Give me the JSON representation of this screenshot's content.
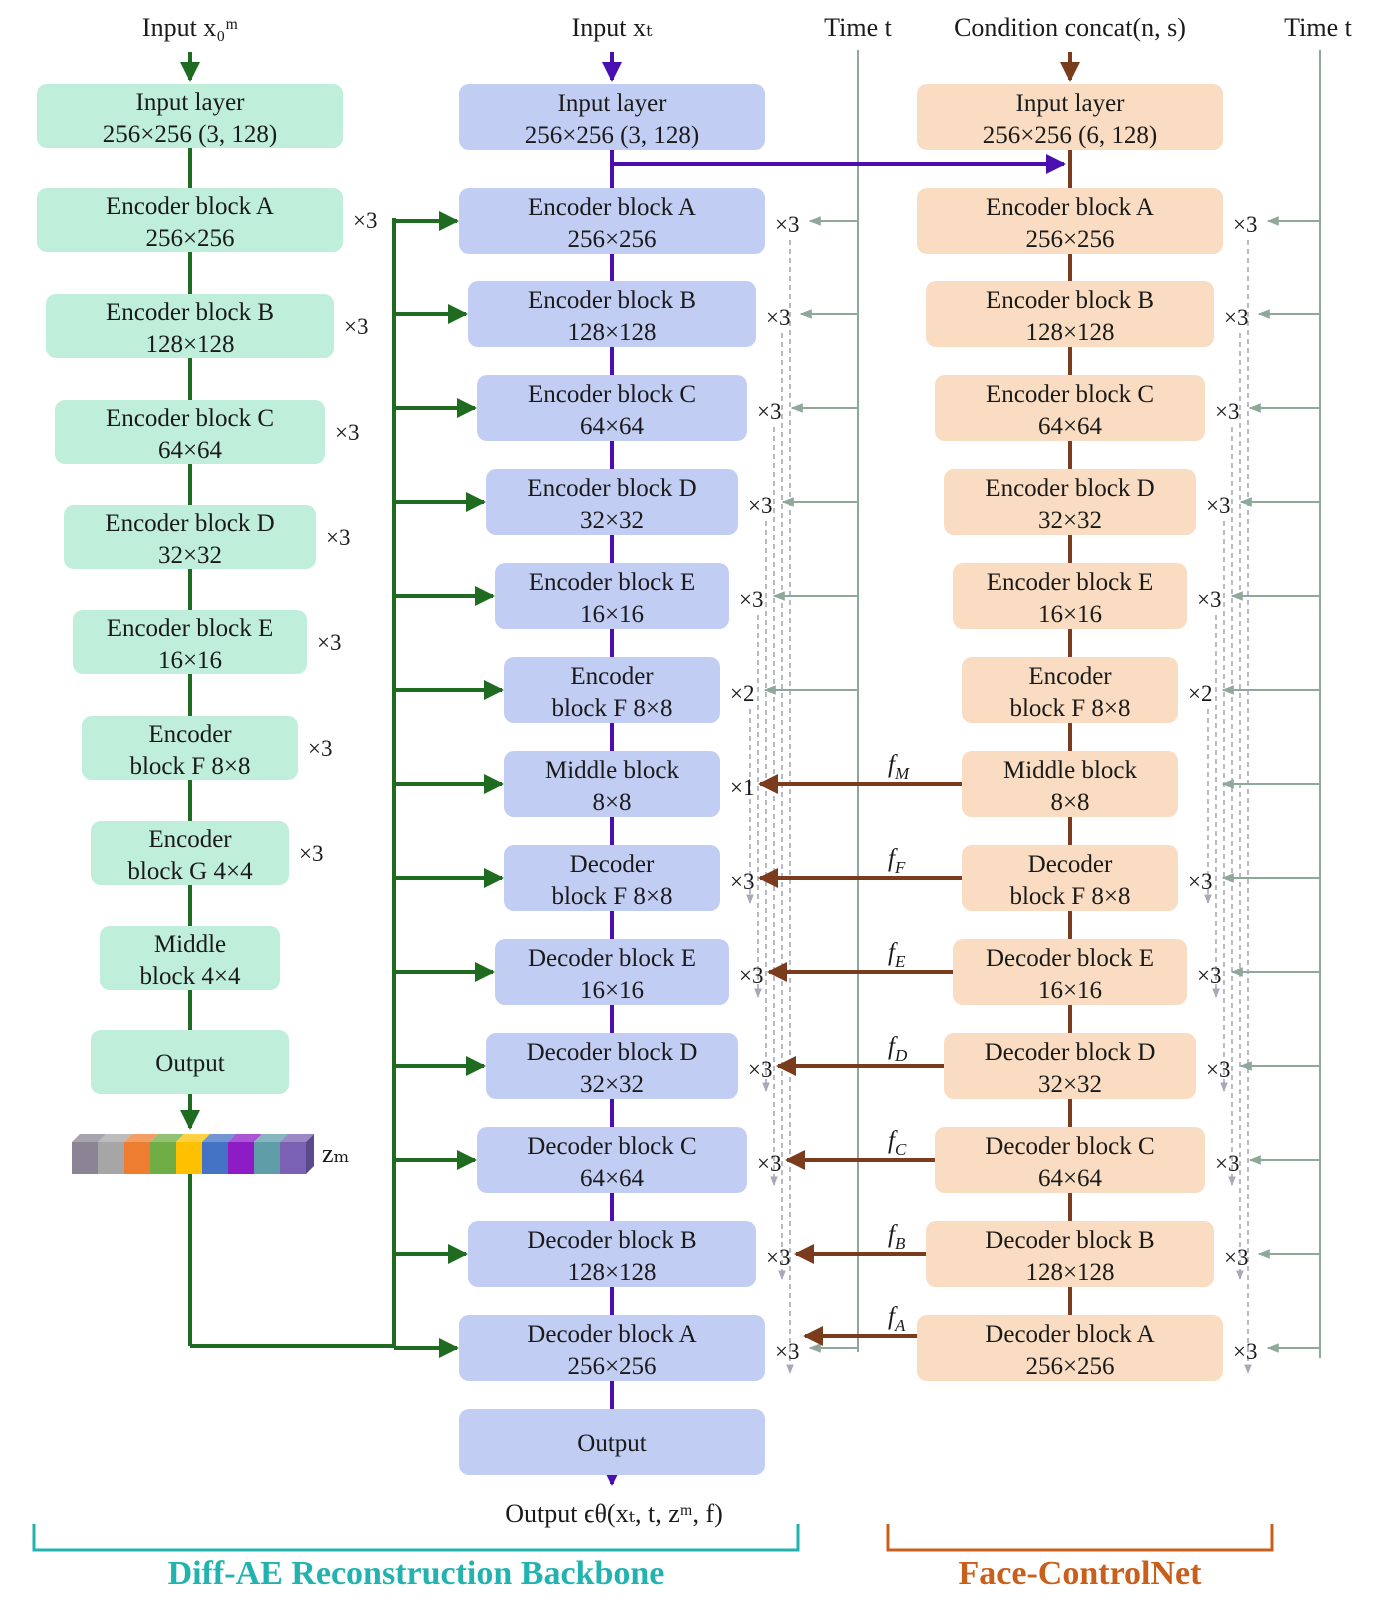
{
  "colors": {
    "latent_fill": "#bfeedb",
    "backbone_fill": "#c2cdf4",
    "control_fill": "#f9dcc1",
    "latent_line": "#1f6b1f",
    "backbone_line": "#4b0fb0",
    "control_line": "#7a3c1c",
    "time_line": "#8fa89a",
    "skip_line": "#a8a8b8",
    "backbone_bracket": "#22b3b0",
    "control_bracket": "#c8601c"
  },
  "icons": {
    "latent_vector": "segmented-bar-icon",
    "arrow": "arrowhead-icon"
  },
  "labels": {
    "input_x0m": "Input x₀ᵐ",
    "input_xt": "Input xₜ",
    "time_t": "Time t",
    "condition": "Condition concat(n, s)",
    "output": "Output ϵθ(xₜ, t, zᵐ, f)",
    "z_m": "zₘ"
  },
  "titles": {
    "backbone": "Diff-AE Reconstruction Backbone",
    "control": "Face-ControlNet"
  },
  "latent_encoder": {
    "blocks": [
      {
        "lines": [
          "Input layer",
          "256×256 (3, 128)"
        ],
        "mult": ""
      },
      {
        "lines": [
          "Encoder block A",
          "256×256"
        ],
        "mult": "×3"
      },
      {
        "lines": [
          "Encoder block B",
          "128×128"
        ],
        "mult": "×3"
      },
      {
        "lines": [
          "Encoder block C",
          "64×64"
        ],
        "mult": "×3"
      },
      {
        "lines": [
          "Encoder block D",
          "32×32"
        ],
        "mult": "×3"
      },
      {
        "lines": [
          "Encoder block E",
          "16×16"
        ],
        "mult": "×3"
      },
      {
        "lines": [
          "Encoder",
          "block F 8×8"
        ],
        "mult": "×3"
      },
      {
        "lines": [
          "Encoder",
          "block G 4×4"
        ],
        "mult": "×3"
      },
      {
        "lines": [
          "Middle",
          "block 4×4"
        ],
        "mult": ""
      },
      {
        "lines": [
          "Output"
        ],
        "mult": ""
      }
    ]
  },
  "backbone": {
    "blocks": [
      {
        "lines": [
          "Input layer",
          "256×256 (3, 128)"
        ],
        "mult": ""
      },
      {
        "lines": [
          "Encoder block A",
          "256×256"
        ],
        "mult": "×3"
      },
      {
        "lines": [
          "Encoder block B",
          "128×128"
        ],
        "mult": "×3"
      },
      {
        "lines": [
          "Encoder block C",
          "64×64"
        ],
        "mult": "×3"
      },
      {
        "lines": [
          "Encoder block D",
          "32×32"
        ],
        "mult": "×3"
      },
      {
        "lines": [
          "Encoder block E",
          "16×16"
        ],
        "mult": "×3"
      },
      {
        "lines": [
          "Encoder",
          "block F 8×8"
        ],
        "mult": "×2"
      },
      {
        "lines": [
          "Middle block",
          "8×8"
        ],
        "mult": "×1"
      },
      {
        "lines": [
          "Decoder",
          "block F 8×8"
        ],
        "mult": "×3"
      },
      {
        "lines": [
          "Decoder block E",
          "16×16"
        ],
        "mult": "×3"
      },
      {
        "lines": [
          "Decoder block D",
          "32×32"
        ],
        "mult": "×3"
      },
      {
        "lines": [
          "Decoder block C",
          "64×64"
        ],
        "mult": "×3"
      },
      {
        "lines": [
          "Decoder block B",
          "128×128"
        ],
        "mult": "×3"
      },
      {
        "lines": [
          "Decoder block A",
          "256×256"
        ],
        "mult": "×3"
      },
      {
        "lines": [
          "Output"
        ],
        "mult": ""
      }
    ]
  },
  "control": {
    "blocks": [
      {
        "lines": [
          "Input layer",
          "256×256 (6, 128)"
        ],
        "mult": ""
      },
      {
        "lines": [
          "Encoder block A",
          "256×256"
        ],
        "mult": "×3"
      },
      {
        "lines": [
          "Encoder block B",
          "128×128"
        ],
        "mult": "×3"
      },
      {
        "lines": [
          "Encoder block C",
          "64×64"
        ],
        "mult": "×3"
      },
      {
        "lines": [
          "Encoder block D",
          "32×32"
        ],
        "mult": "×3"
      },
      {
        "lines": [
          "Encoder block E",
          "16×16"
        ],
        "mult": "×3"
      },
      {
        "lines": [
          "Encoder",
          "block F 8×8"
        ],
        "mult": "×2"
      },
      {
        "lines": [
          "Middle block",
          "8×8"
        ],
        "mult": ""
      },
      {
        "lines": [
          "Decoder",
          "block F 8×8"
        ],
        "mult": "×3"
      },
      {
        "lines": [
          "Decoder block E",
          "16×16"
        ],
        "mult": "×3"
      },
      {
        "lines": [
          "Decoder block D",
          "32×32"
        ],
        "mult": "×3"
      },
      {
        "lines": [
          "Decoder block C",
          "64×64"
        ],
        "mult": "×3"
      },
      {
        "lines": [
          "Decoder block B",
          "128×128"
        ],
        "mult": "×3"
      },
      {
        "lines": [
          "Decoder block A",
          "256×256"
        ],
        "mult": "×3"
      }
    ]
  },
  "features": [
    {
      "base": "f",
      "sub": "M"
    },
    {
      "base": "f",
      "sub": "F"
    },
    {
      "base": "f",
      "sub": "E"
    },
    {
      "base": "f",
      "sub": "D"
    },
    {
      "base": "f",
      "sub": "C"
    },
    {
      "base": "f",
      "sub": "B"
    },
    {
      "base": "f",
      "sub": "A"
    }
  ],
  "latent_segments": [
    "#8a8494",
    "#a6a6a6",
    "#ed7d31",
    "#70ad47",
    "#ffc000",
    "#4472c4",
    "#8e1cc4",
    "#5f9ea8",
    "#7b61b3"
  ]
}
